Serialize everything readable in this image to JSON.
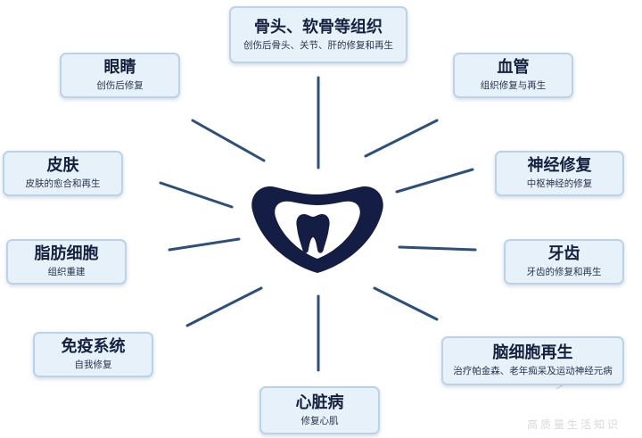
{
  "nodes": [
    {
      "id": "bone",
      "title": "骨头、软骨等组织",
      "subtitle": "创伤后骨头、关节、肝的修复和再生"
    },
    {
      "id": "eye",
      "title": "眼睛",
      "subtitle": "创伤后修复"
    },
    {
      "id": "vessel",
      "title": "血管",
      "subtitle": "组织修复与再生"
    },
    {
      "id": "skin",
      "title": "皮肤",
      "subtitle": "皮肤的愈合和再生"
    },
    {
      "id": "nerve",
      "title": "神经修复",
      "subtitle": "中枢神经的修复"
    },
    {
      "id": "fat",
      "title": "脂肪细胞",
      "subtitle": "组织重建"
    },
    {
      "id": "tooth",
      "title": "牙齿",
      "subtitle": "牙齿的修复和再生"
    },
    {
      "id": "immune",
      "title": "免疫系统",
      "subtitle": "自我修复"
    },
    {
      "id": "brain",
      "title": "脑细胞再生",
      "subtitle": "治疗帕金森、老年痴呆及运动神经元病"
    },
    {
      "id": "heart",
      "title": "心脏病",
      "subtitle": "修复心肌"
    }
  ],
  "colors": {
    "line": "#2d4f7c",
    "center_logo": "#141e44",
    "box_fill": "#e6f1fa",
    "box_border": "#b9d4ea"
  },
  "center_icon": "heart-tooth-icon",
  "watermark": "高质量生活知识"
}
